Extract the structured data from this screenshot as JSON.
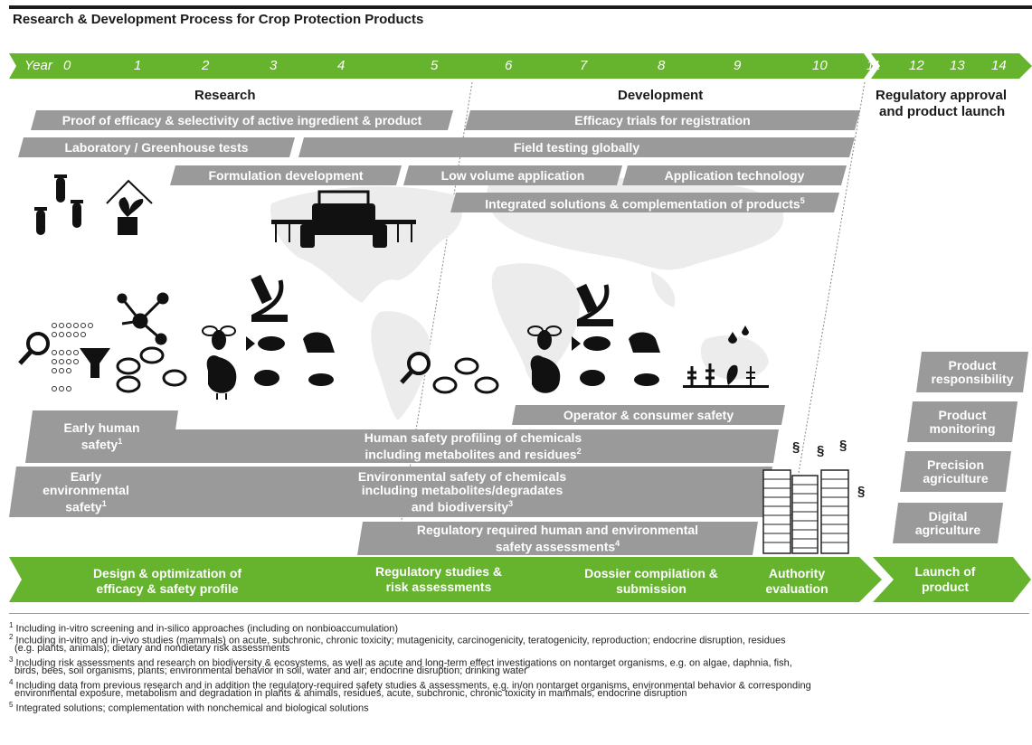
{
  "title": "Research & Development Process for Crop Protection Products",
  "year_label": "Year",
  "years": [
    "0",
    "1",
    "2",
    "3",
    "4",
    "5",
    "6",
    "7",
    "8",
    "9",
    "10",
    "11",
    "12",
    "13",
    "14"
  ],
  "headers": {
    "research": "Research",
    "development": "Development",
    "regulatory_line1": "Regulatory approval",
    "regulatory_line2": "and product launch"
  },
  "bars": {
    "proof": "Proof of efficacy & selectivity of active ingredient & product",
    "efficacy_trials": "Efficacy trials for registration",
    "lab_tests": "Laboratory / Greenhouse tests",
    "field_testing": "Field testing globally",
    "formulation": "Formulation development",
    "low_volume": "Low volume application",
    "application_tech": "Application technology",
    "integrated": "Integrated solutions & complementation of products",
    "integrated_sup": "5",
    "operator_safety": "Operator & consumer safety",
    "early_human_l1": "Early human",
    "early_human_l2": "safety",
    "early_human_sup": "1",
    "human_profiling_l1": "Human safety profiling of chemicals",
    "human_profiling_l2": "including metabolites and residues",
    "human_profiling_sup": "2",
    "early_env_l1": "Early",
    "early_env_l2": "environmental",
    "early_env_l3": "safety",
    "early_env_sup": "1",
    "env_safety_l1": "Environmental safety of chemicals",
    "env_safety_l2": "including metabolites/degradates",
    "env_safety_l3": "and biodiversity",
    "env_safety_sup": "3",
    "regulatory_required_l1": "Regulatory required human and environmental",
    "regulatory_required_l2": "safety assessments",
    "regulatory_required_sup": "4",
    "product_resp_l1": "Product",
    "product_resp_l2": "responsibility",
    "product_mon_l1": "Product",
    "product_mon_l2": "monitoring",
    "precision_l1": "Precision",
    "precision_l2": "agriculture",
    "digital_l1": "Digital",
    "digital_l2": "agriculture"
  },
  "stages": {
    "design_l1": "Design & optimization of",
    "design_l2": "efficacy & safety profile",
    "regstudies_l1": "Regulatory studies &",
    "regstudies_l2": "risk assessments",
    "dossier_l1": "Dossier compilation &",
    "dossier_l2": "submission",
    "authority_l1": "Authority",
    "authority_l2": "evaluation",
    "launch_l1": "Launch of",
    "launch_l2": "product"
  },
  "section_symbol": "§",
  "footnotes": {
    "n1_num": "1",
    "n1": "Including in-vitro screening and in-silico approaches (including on nonbioaccumulation)",
    "n2_num": "2",
    "n2a": "Including in-vitro and in-vivo studies (mammals) on acute, subchronic, chronic toxicity; mutagenicity, carcinogenicity, teratogenicity, reproduction; endocrine disruption, residues",
    "n2b": "(e.g. plants, animals); dietary and nondietary risk assessments",
    "n3_num": "3",
    "n3a": "Including risk assessments and research on biodiversity & ecosystems, as well as acute and long-term effect investigations on nontarget organisms, e.g. on algae, daphnia, fish,",
    "n3b": "birds, bees, soil organisms, plants; environmental behavior in soil, water and air; endocrine disruption; drinking water",
    "n4_num": "4",
    "n4a": "Including data from previous research and in addition the regulatory-required safety studies & assessments, e.g. in/on nontarget organisms, environmental behavior & corresponding",
    "n4b": "environmental exposure, metabolism and degradation in plants & animals, residues, acute, subchronic, chronic toxicity in mammals, endocrine disruption",
    "n5_num": "5",
    "n5": "Integrated solutions; complementation with nonchemical and biological solutions"
  },
  "icons": [
    "test-tubes-icon",
    "greenhouse-plant-icon",
    "tractor-sprayer-icon",
    "magnifier-icon",
    "molecule-icon",
    "funnel-icon",
    "petri-dish-icon",
    "microscope-icon",
    "bee-icon",
    "fish-icon",
    "frog-icon",
    "chicken-icon",
    "rat-icon",
    "plants-icon",
    "document-stack-icon"
  ],
  "colors": {
    "green": "#66b32e",
    "gray": "#9a9a9a",
    "dark": "#1a1a1a"
  }
}
